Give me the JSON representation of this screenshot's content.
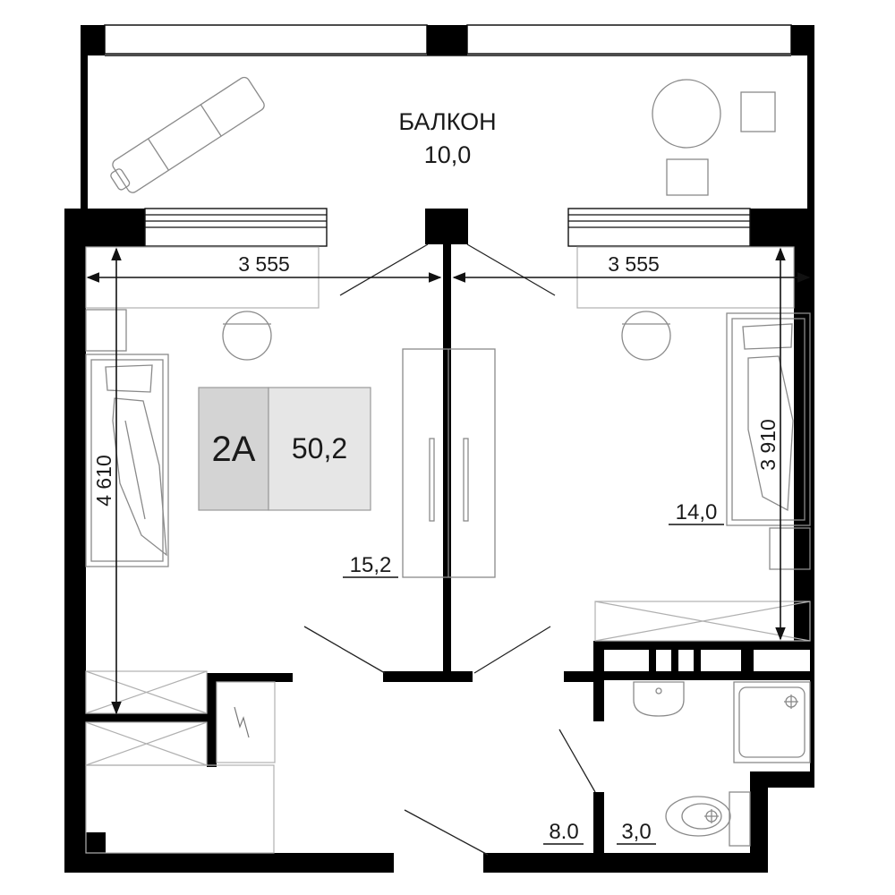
{
  "balcony": {
    "name": "БАЛКОН",
    "area": "10,0"
  },
  "badge": {
    "code": "2A",
    "total_area": "50,2",
    "colors": {
      "code_bg": "#d4d4d4",
      "area_bg": "#e6e6e6",
      "border": "#9a9a9a"
    }
  },
  "rooms": {
    "living": "15,2",
    "bedroom": "14,0",
    "hall": "8.0",
    "bath": "3,0"
  },
  "dimensions": {
    "left_width": "3 555",
    "right_width": "3 555",
    "left_height": "4 610",
    "right_height": "3 910"
  },
  "colors": {
    "wall": "#000000",
    "furniture": "#8a8a8a",
    "thin_line": "#b0b0b0"
  }
}
